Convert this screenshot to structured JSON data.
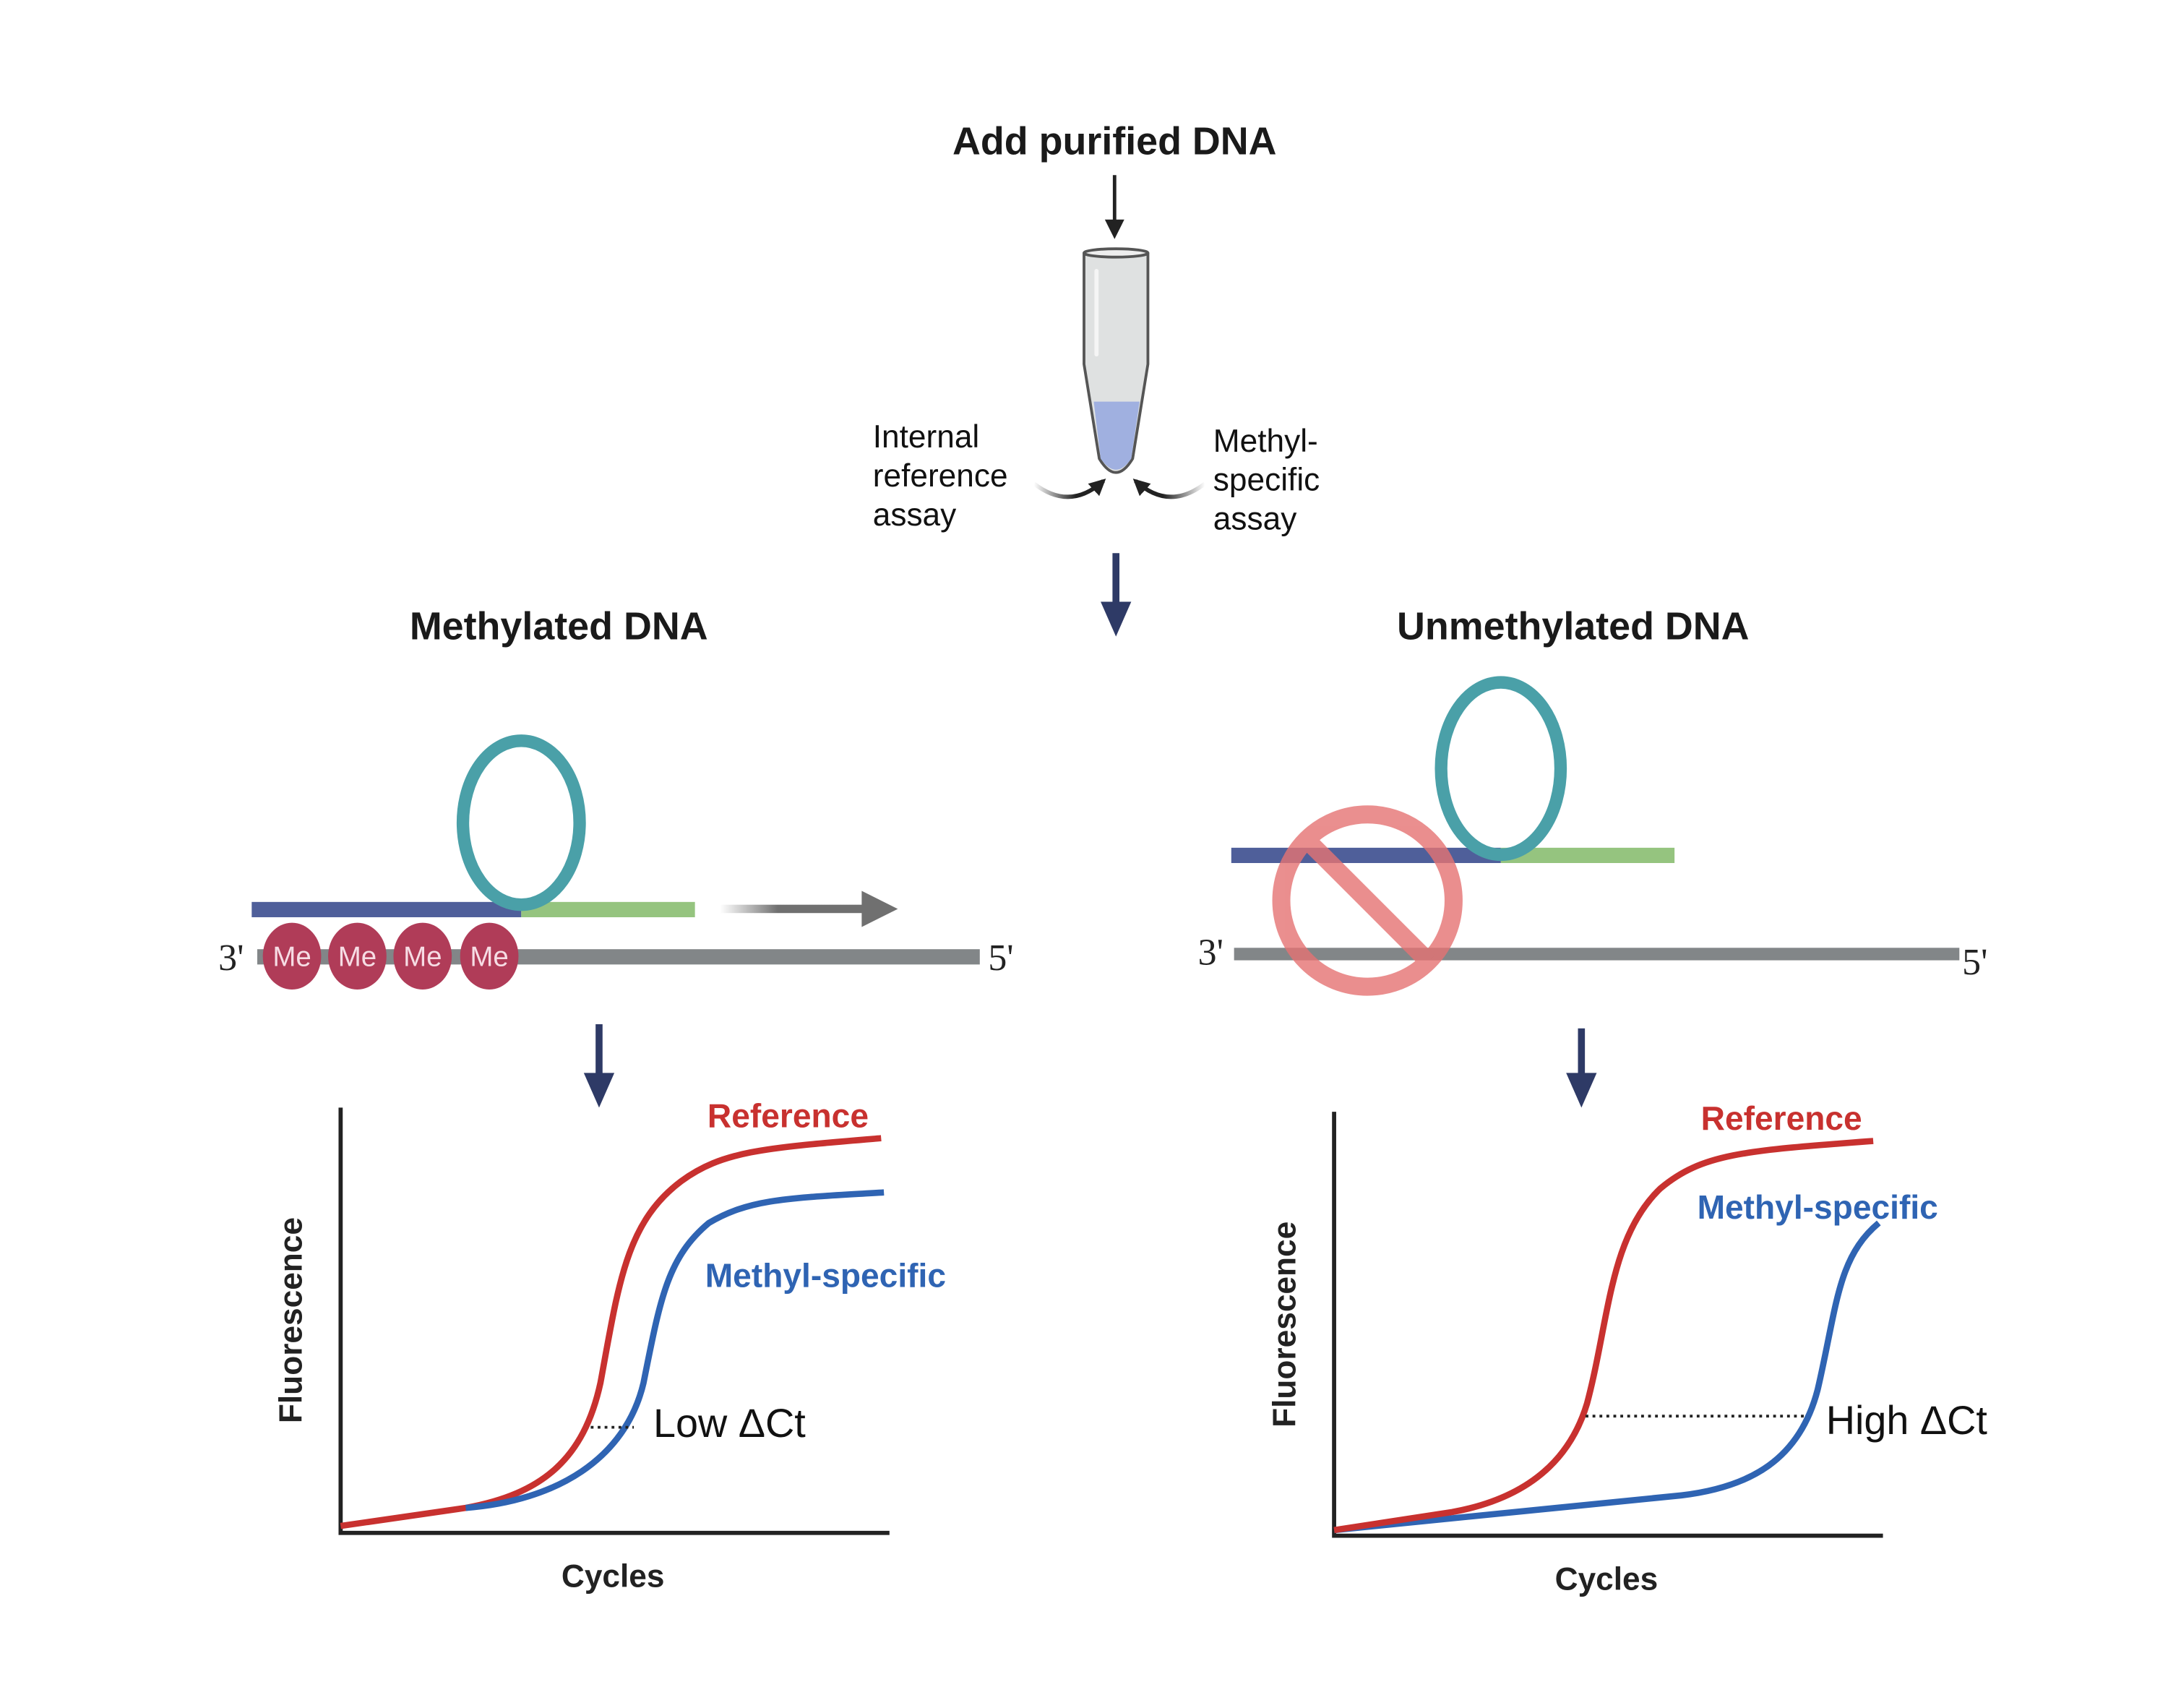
{
  "header": {
    "title": "Add purified DNA"
  },
  "tube_labels": {
    "left": [
      "Internal",
      "reference",
      "assay"
    ],
    "right": [
      "Methyl-",
      "specific",
      "assay"
    ]
  },
  "methylated": {
    "title": "Methylated DNA",
    "three_prime": "3'",
    "five_prime": "5'",
    "me_marks": [
      "Me",
      "Me",
      "Me",
      "Me"
    ],
    "chart": {
      "ylabel": "Fluorescence",
      "xlabel": "Cycles",
      "series": [
        "Reference",
        "Methyl-specific"
      ],
      "annotation": "Low ΔCt"
    }
  },
  "unmethylated": {
    "title": "Unmethylated DNA",
    "three_prime": "3'",
    "five_prime": "5'",
    "chart": {
      "ylabel": "Fluorescence",
      "xlabel": "Cycles",
      "series": [
        "Reference",
        "Methyl-specific"
      ],
      "annotation": "High ΔCt"
    }
  },
  "colors": {
    "reference": "#c8312f",
    "methyl_specific": "#2f64b3",
    "primer": "#4f5f9a",
    "probe_loop": "#4aa0a8",
    "probe_tail": "#95c47f",
    "strand": "#828688",
    "methyl": "#b03c58",
    "flow_arrow": "#2e3a66",
    "block": "#e57373"
  }
}
